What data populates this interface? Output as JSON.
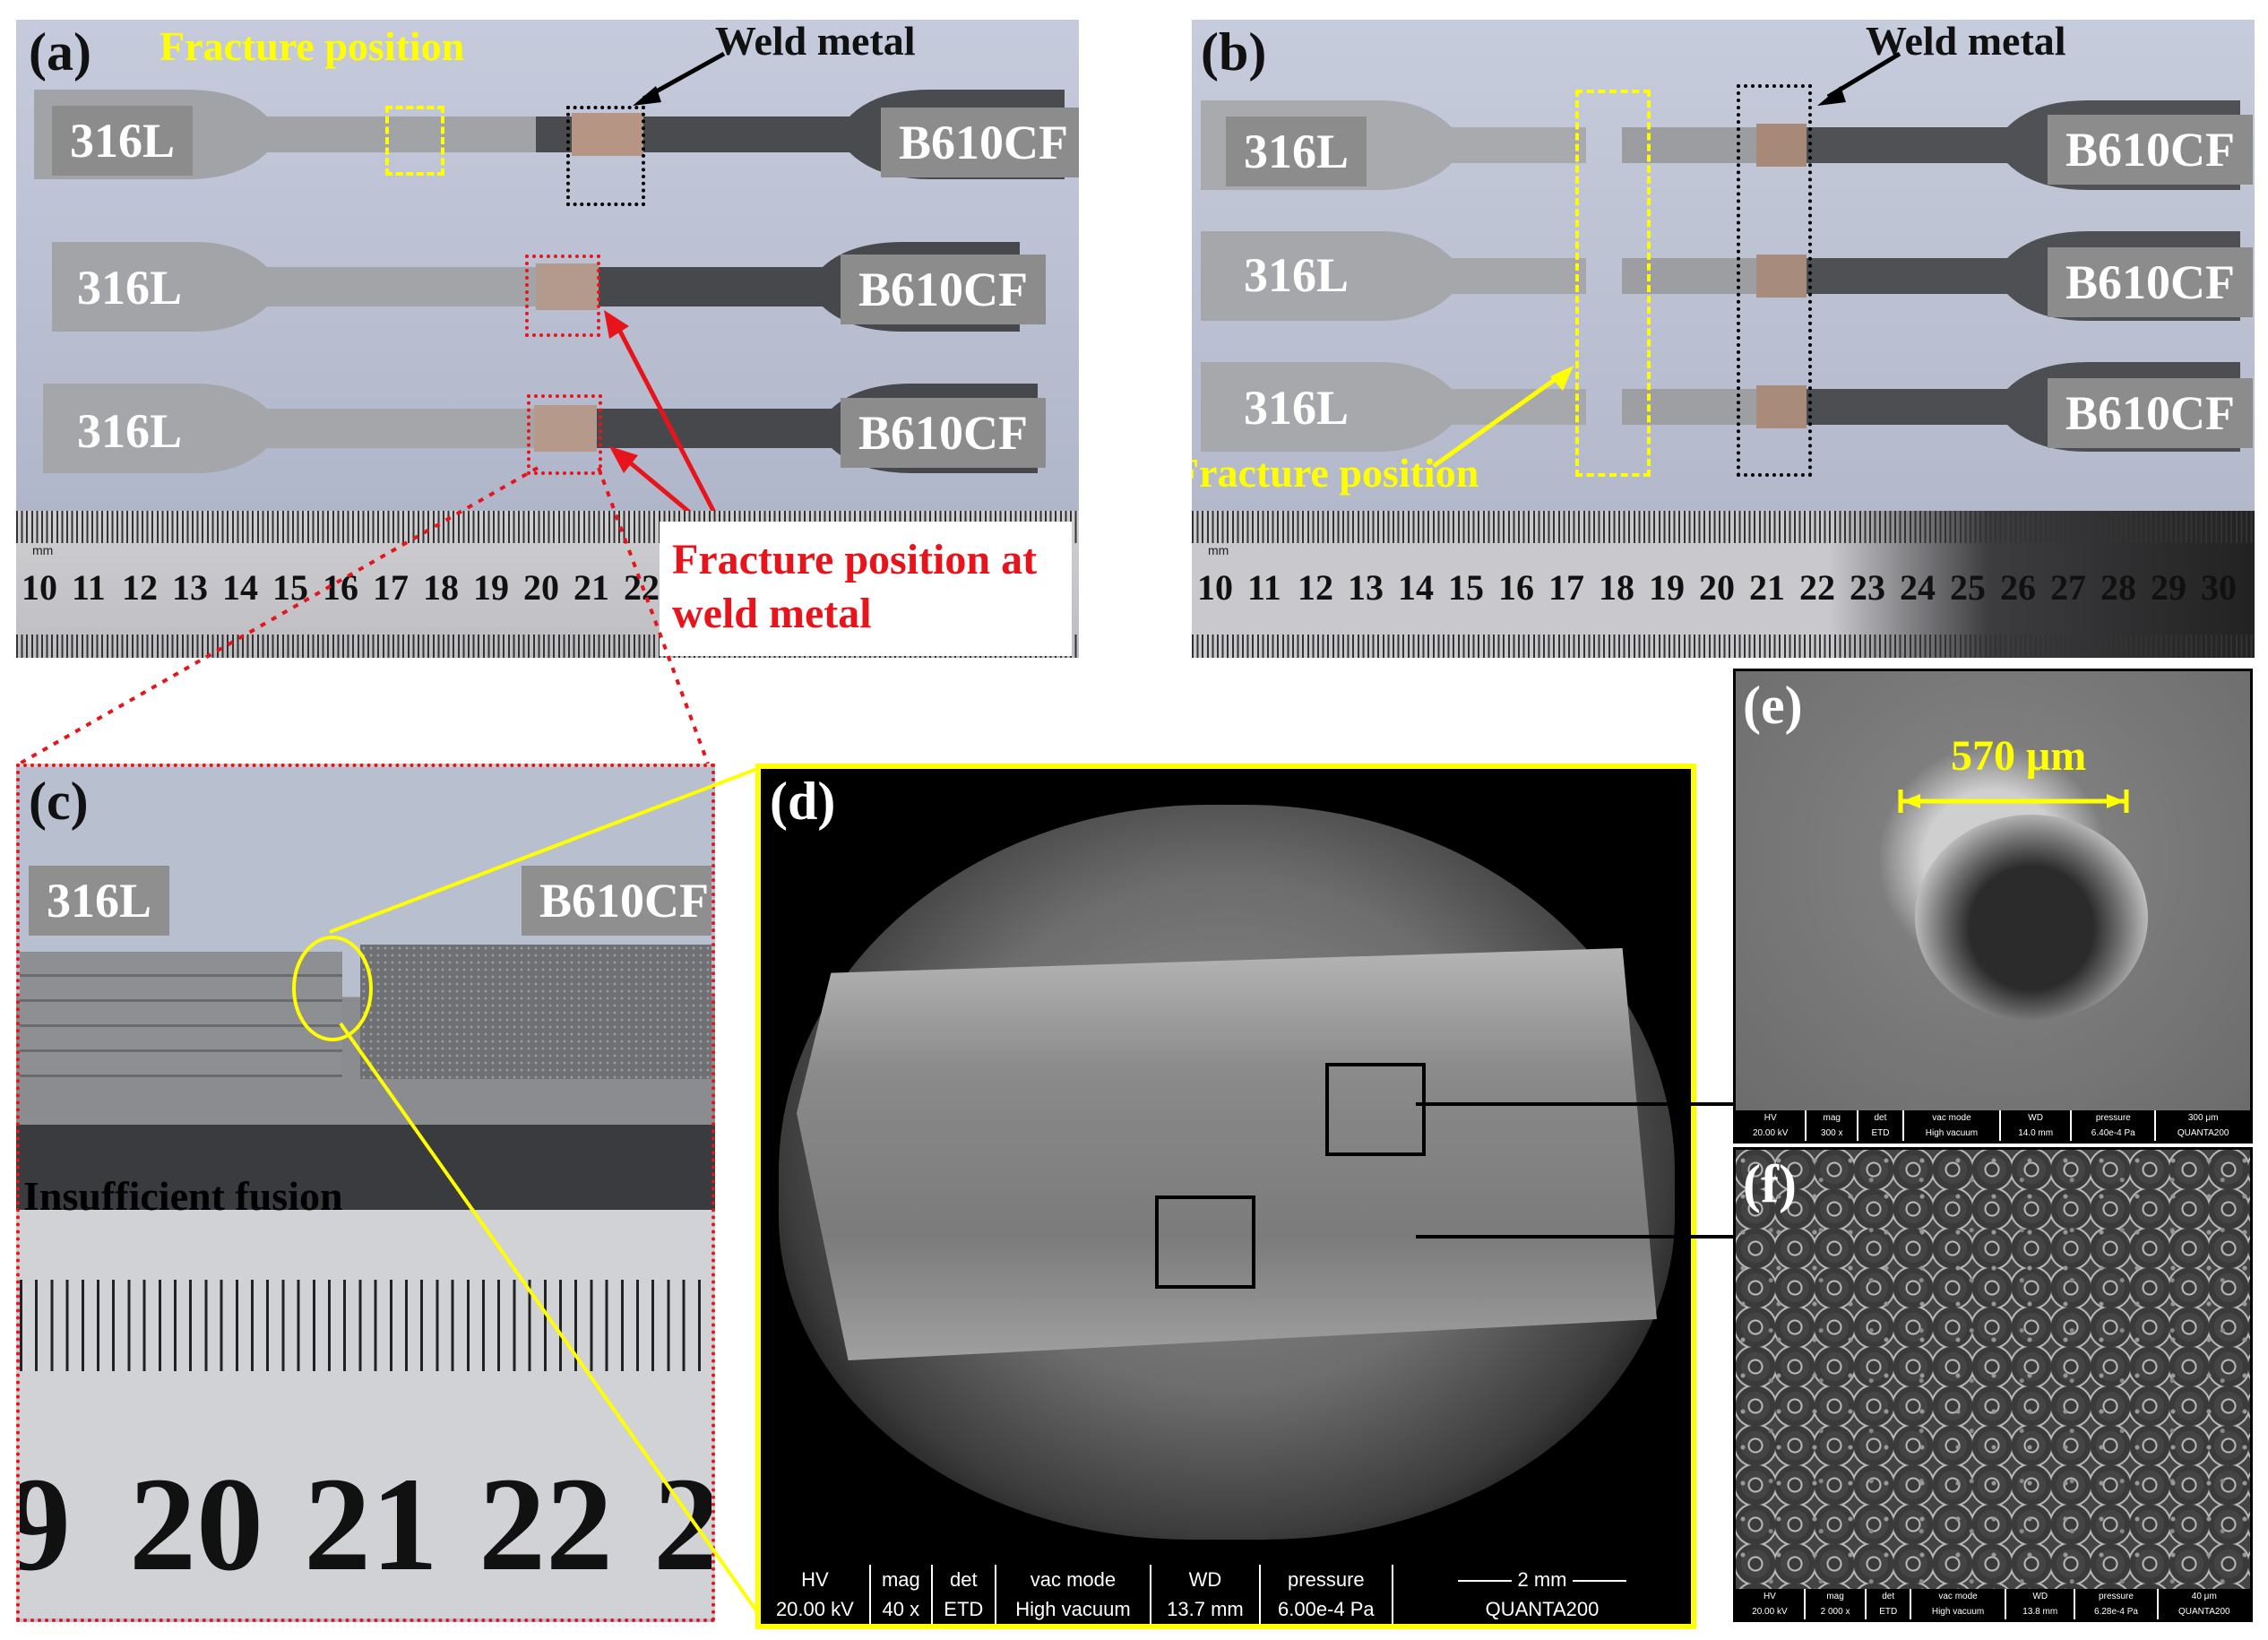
{
  "panel_a": {
    "label": "(a)",
    "fracture_position_label": "Fracture position",
    "weld_metal_label": "Weld metal",
    "fracture_at_weld_label_line1": "Fracture position at",
    "fracture_at_weld_label_line2": "weld metal",
    "specimens": [
      {
        "left": "316L",
        "right": "B610CF"
      },
      {
        "left": "316L",
        "right": "B610CF"
      },
      {
        "left": "316L",
        "right": "B610CF"
      }
    ],
    "ruler_unit": "mm",
    "ruler_numbers": [
      "10",
      "11",
      "12",
      "13",
      "14",
      "15",
      "16",
      "17",
      "18",
      "19",
      "20",
      "21",
      "22"
    ]
  },
  "panel_b": {
    "label": "(b)",
    "weld_metal_label": "Weld metal",
    "fracture_position_label": "Fracture position",
    "specimens": [
      {
        "left": "316L",
        "right": "B610CF"
      },
      {
        "left": "316L",
        "right": "B610CF"
      },
      {
        "left": "316L",
        "right": "B610CF"
      }
    ],
    "ruler_unit": "mm",
    "ruler_numbers": [
      "10",
      "11",
      "12",
      "13",
      "14",
      "15",
      "16",
      "17",
      "18",
      "19",
      "20",
      "21",
      "22",
      "23",
      "24",
      "25",
      "26",
      "27",
      "28",
      "29",
      "30"
    ]
  },
  "panel_c": {
    "label": "(c)",
    "left_material": "316L",
    "right_material": "B610CF",
    "note": "Insufficient fusion",
    "ruler_numbers": [
      "9",
      "20",
      "21",
      "22",
      "2"
    ]
  },
  "panel_d": {
    "label": "(d)",
    "info_headers": [
      "HV",
      "mag",
      "det",
      "vac mode",
      "WD",
      "pressure"
    ],
    "info_values": [
      "20.00 kV",
      "40 x",
      "ETD",
      "High vacuum",
      "13.7 mm",
      "6.00e-4 Pa"
    ],
    "scale_label": "2 mm",
    "instrument": "QUANTA200"
  },
  "panel_e": {
    "label": "(e)",
    "dimension_label": "570 μm",
    "info_headers": [
      "HV",
      "mag",
      "det",
      "vac mode",
      "WD",
      "pressure"
    ],
    "info_values": [
      "20.00 kV",
      "300 x",
      "ETD",
      "High vacuum",
      "14.0 mm",
      "6.40e-4 Pa"
    ],
    "scale_label": "300 μm",
    "instrument": "QUANTA200"
  },
  "panel_f": {
    "label": "(f)",
    "info_headers": [
      "HV",
      "mag",
      "det",
      "vac mode",
      "WD",
      "pressure"
    ],
    "info_values": [
      "20.00 kV",
      "2 000 x",
      "ETD",
      "High vacuum",
      "13.8 mm",
      "6.28e-4 Pa"
    ],
    "scale_label": "40 μm",
    "instrument": "QUANTA200"
  },
  "colors": {
    "highlight_yellow": "#ffff00",
    "fracture_red": "#e8141b",
    "specimen_tag_gray": "#8c8c8c",
    "photo_background": "#b9bfd1"
  }
}
